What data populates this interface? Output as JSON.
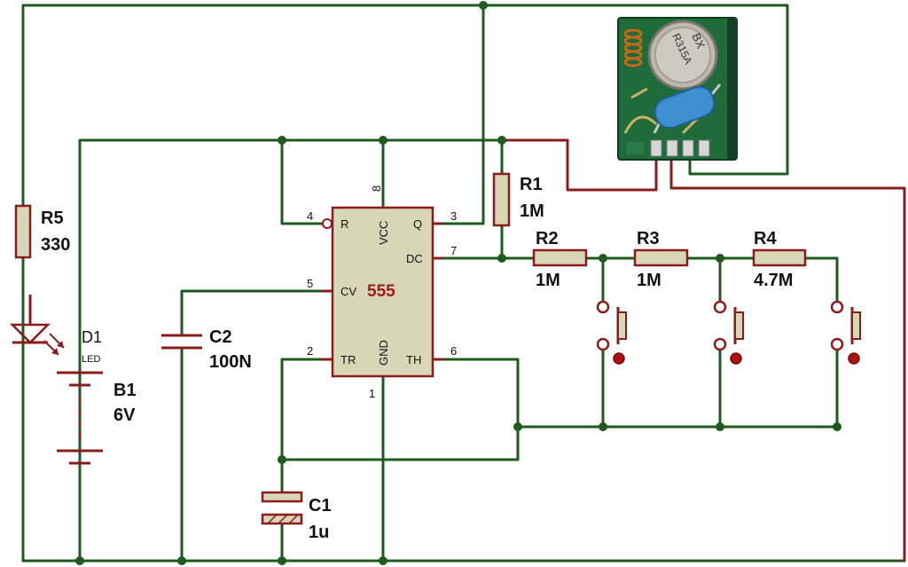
{
  "components": {
    "r1": {
      "ref": "R1",
      "value": "1M"
    },
    "r2": {
      "ref": "R2",
      "value": "1M"
    },
    "r3": {
      "ref": "R3",
      "value": "1M"
    },
    "r4": {
      "ref": "R4",
      "value": "4.7M"
    },
    "r5": {
      "ref": "R5",
      "value": "330"
    },
    "c1": {
      "ref": "C1",
      "value": "1u"
    },
    "c2": {
      "ref": "C2",
      "value": "100N"
    },
    "b1": {
      "ref": "B1",
      "value": "6V"
    },
    "d1": {
      "ref": "D1",
      "value": "LED"
    }
  },
  "ic": {
    "name": "555",
    "pins": {
      "r": {
        "num": "4",
        "name": "R"
      },
      "vcc": {
        "num": "8",
        "name": "VCC"
      },
      "q": {
        "num": "3",
        "name": "Q"
      },
      "dc": {
        "num": "7",
        "name": "DC"
      },
      "cv": {
        "num": "5",
        "name": "CV"
      },
      "tr": {
        "num": "2",
        "name": "TR"
      },
      "gnd": {
        "num": "1",
        "name": "GND"
      },
      "th": {
        "num": "6",
        "name": "TH"
      }
    }
  },
  "rf_module": {
    "can_text": "R315A",
    "can_text_top": "BX"
  },
  "colors": {
    "wire": "#1f5a1f",
    "component_outline": "#8a1c1c",
    "component_fill": "#d9d6b8",
    "chip_label": "#9a1c1c",
    "pcb": "#1f6b3a"
  }
}
